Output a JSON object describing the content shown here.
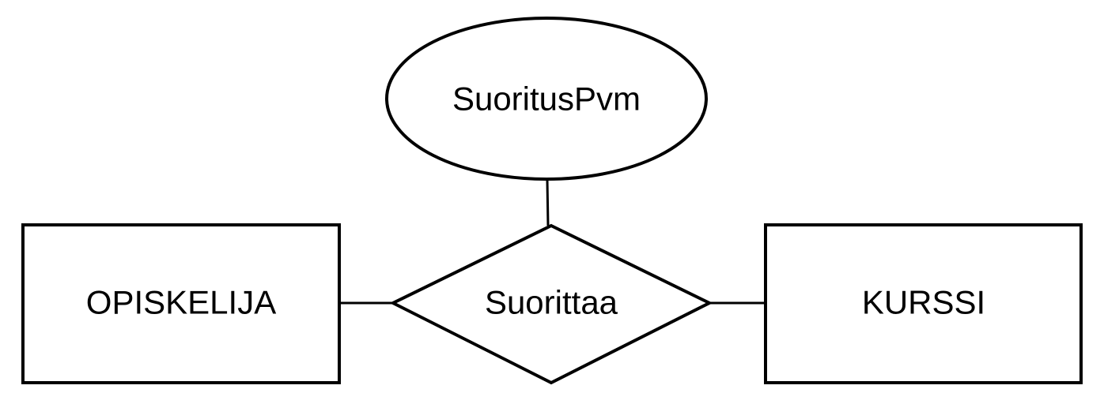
{
  "diagram": {
    "type": "entity-relationship",
    "entities": [
      {
        "id": "opiskelija",
        "label": "OPISKELIJA",
        "shape": "rectangle"
      },
      {
        "id": "kurssi",
        "label": "KURSSI",
        "shape": "rectangle"
      }
    ],
    "relationship": {
      "id": "suorittaa",
      "label": "Suorittaa",
      "shape": "diamond"
    },
    "attribute": {
      "id": "suorituspvm",
      "label": "SuoritusPvm",
      "shape": "ellipse",
      "attached_to": "suorittaa"
    },
    "connections": [
      {
        "from": "opiskelija",
        "to": "suorittaa"
      },
      {
        "from": "suorittaa",
        "to": "kurssi"
      },
      {
        "from": "suorituspvm",
        "to": "suorittaa"
      }
    ],
    "colors": {
      "stroke": "#000000",
      "fill": "#ffffff",
      "text": "#000000"
    }
  }
}
